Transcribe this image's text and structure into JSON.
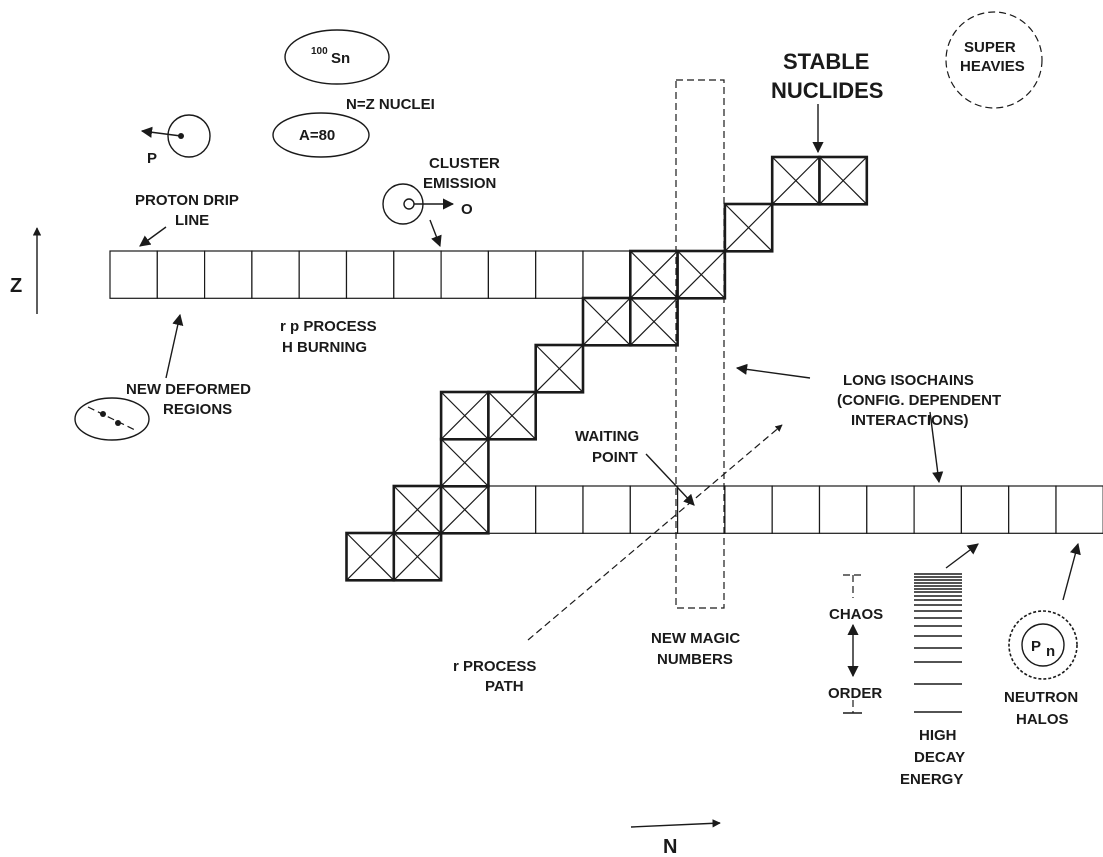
{
  "labels": {
    "sn100_sup": "100",
    "sn100_base": "Sn",
    "nz_nuclei": "N=Z NUCLEI",
    "a80": "A=80",
    "p": "P",
    "proton_drip_1": "PROTON DRIP",
    "proton_drip_2": "LINE",
    "cluster_1": "CLUSTER",
    "cluster_2": "EMISSION",
    "o": "O",
    "stable_1": "STABLE",
    "stable_2": "NUCLIDES",
    "super_1": "SUPER",
    "super_2": "HEAVIES",
    "z_axis": "Z",
    "n_axis": "N",
    "rp_1": "r p PROCESS",
    "rp_2": "H BURNING",
    "deformed_1": "NEW DEFORMED",
    "deformed_2": "REGIONS",
    "isochains_1": "LONG ISOCHAINS",
    "isochains_2": "(CONFIG. DEPENDENT",
    "isochains_3": "INTERACTIONS)",
    "waiting_1": "WAITING",
    "waiting_2": "POINT",
    "rprocess_1": "r PROCESS",
    "rprocess_2": "PATH",
    "magic_1": "NEW MAGIC",
    "magic_2": "NUMBERS",
    "chaos": "CHAOS",
    "order": "ORDER",
    "decay_1": "HIGH",
    "decay_2": "DECAY",
    "decay_3": "ENERGY",
    "halo_p": "P",
    "halo_n": "n",
    "halos_1": "NEUTRON",
    "halos_2": "HALOS"
  },
  "colors": {
    "ink": "#1a1a1a",
    "paper": "#ffffff"
  }
}
